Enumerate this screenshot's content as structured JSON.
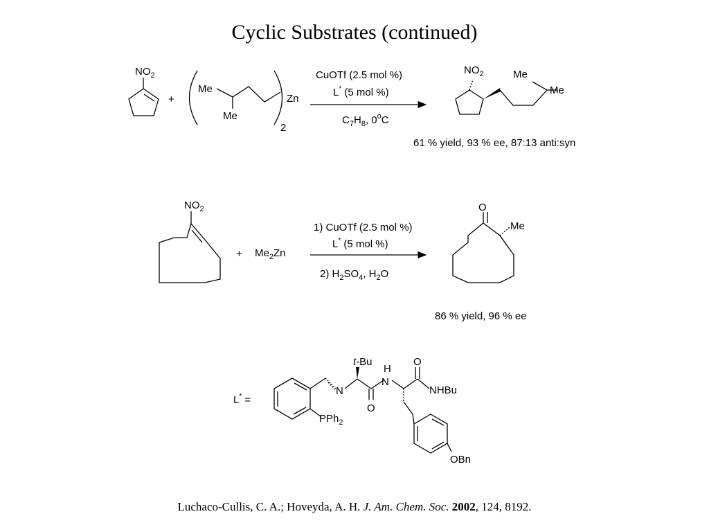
{
  "title": "Cyclic Substrates (continued)",
  "reaction1": {
    "substrate_group": "NO2",
    "plus": "+",
    "zn_me_top": "Me",
    "zn_me_bottom": "Me",
    "zn": "Zn",
    "zn_subscript": "2",
    "cond_line1": "CuOTf (2.5 mol %)",
    "cond_line2": "L* (5 mol %)",
    "cond_line3": "C7H8, 0oC",
    "product_group": "NO2",
    "product_me_top": "Me",
    "product_me_right": "Me",
    "result": "61 % yield, 93 % ee, 87:13 anti:syn"
  },
  "reaction2": {
    "substrate_group": "NO2",
    "plus": "+",
    "reagent": "Me2Zn",
    "cond_line1": "1) CuOTf (2.5 mol %)",
    "cond_line2": "L* (5 mol %)",
    "cond_line3": "2) H2SO4, H2O",
    "product_o": "O",
    "product_me": "Me",
    "result": "86 % yield, 96 % ee"
  },
  "ligand": {
    "label": "L* =",
    "tbu": "t-Bu",
    "h": "H",
    "n_amide": "N",
    "o_top": "O",
    "nhbu": "NHBu",
    "n_imine": "N",
    "o_bottom": "O",
    "pph2": "PPh2",
    "obn": "OBn"
  },
  "reference": {
    "authors": "Luchaco-Cullis, C. A.; Hoveyda, A. H.",
    "journal": "J. Am. Chem. Soc.",
    "year": "2002",
    "rest": ", 124, 8192."
  }
}
